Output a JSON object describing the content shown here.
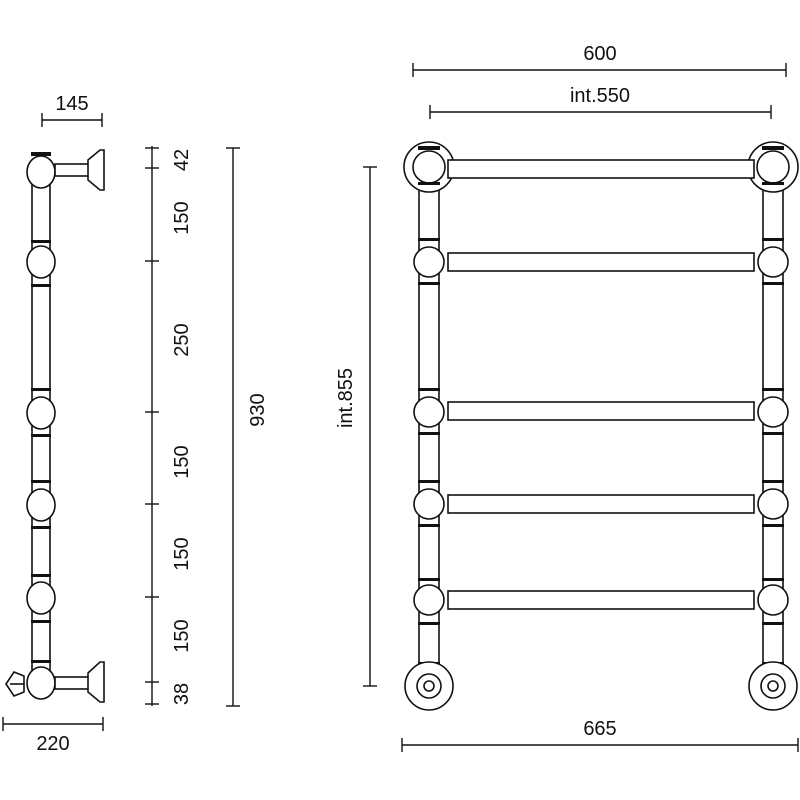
{
  "side_view": {
    "bracket_depth": "145",
    "overall_depth": "220",
    "segments": [
      "42",
      "150",
      "250",
      "150",
      "150",
      "150",
      "38"
    ],
    "total_height": "930"
  },
  "front_view": {
    "overall_width": "600",
    "internal_width": "int.550",
    "internal_height": "int.855",
    "base_width": "665"
  }
}
